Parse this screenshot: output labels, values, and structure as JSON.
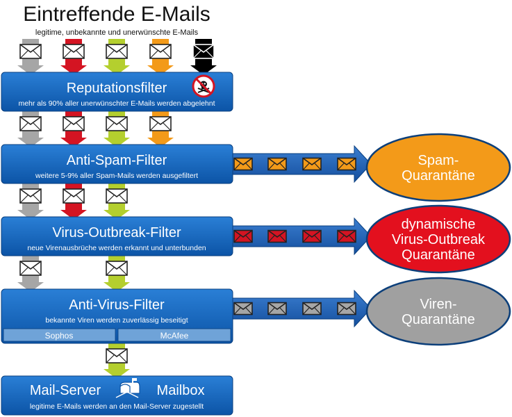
{
  "title": "Eintreffende E-Mails",
  "subtitle": "legitime, unbekannte und unerwünschte E-Mails",
  "colors": {
    "gray": "#a6a6a6",
    "red": "#d41422",
    "green": "#b4cf2e",
    "orange": "#f39a19",
    "black": "#000000",
    "box_blue": "#1765b8",
    "box_dark": "#0b4f99",
    "engine_blue": "#6fa3d8",
    "arrow_blue": "#2060b0"
  },
  "filters": [
    {
      "title": "Reputationsfilter",
      "desc": "mehr als 90% aller unerwünschter E-Mails werden abgelehnt"
    },
    {
      "title": "Anti-Spam-Filter",
      "desc": "weitere 5-9% aller Spam-Mails werden ausgefiltert"
    },
    {
      "title": "Virus-Outbreak-Filter",
      "desc": "neue Virenausbrüche werden erkannt und unterbunden"
    },
    {
      "title": "Anti-Virus-Filter",
      "desc": "bekannte Viren werden zuverlässig beseitigt"
    }
  ],
  "engines": [
    "Sophos",
    "McAfee"
  ],
  "mailserver": {
    "left": "Mail-Server",
    "right": "Mailbox",
    "desc": "legitime E-Mails werden an den Mail-Server zugestellt"
  },
  "quarantines": [
    {
      "lines": [
        "Spam-",
        "Quarantäne"
      ],
      "color": "#f39a19",
      "envelope": "orange"
    },
    {
      "lines": [
        "dynamische",
        "Virus-Outbreak",
        "Quarantäne"
      ],
      "color": "#e3101e",
      "envelope": "red"
    },
    {
      "lines": [
        "Viren-",
        "Quarantäne"
      ],
      "color": "#a0a0a0",
      "envelope": "gray"
    }
  ],
  "icons": {
    "blocked": "skull-crossbones-prohibited-icon",
    "mailbox": "mailbox-icon",
    "envelope": "envelope-icon"
  }
}
